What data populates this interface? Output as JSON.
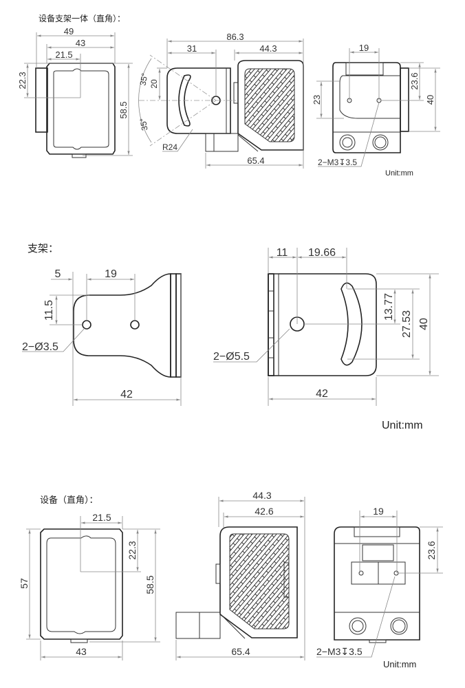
{
  "sections": {
    "assembly": {
      "title": "设备支架一体（直角）：",
      "front": {
        "d_49": "49",
        "d_43": "43",
        "d_21_5": "21.5",
        "d_22_3": "22.3",
        "d_58_5": "58.5"
      },
      "side": {
        "d_86_3": "86.3",
        "d_31": "31",
        "d_44_3": "44.3",
        "d_20": "20",
        "angle_top": "35°",
        "angle_bottom": "35°",
        "radius": "R24",
        "d_65_4": "65.4"
      },
      "back": {
        "d_19": "19",
        "d_23": "23",
        "d_23_6": "23.6",
        "d_40": "40",
        "thread": "2−M3↧3.5"
      },
      "unit": "Unit:mm"
    },
    "bracket": {
      "title": "支架：",
      "left": {
        "d_5": "5",
        "d_19": "19",
        "d_11_5": "11.5",
        "hole": "2−Ø3.5",
        "d_42": "42"
      },
      "right": {
        "d_11": "11",
        "d_19_66": "19.66",
        "d_13_77": "13.77",
        "d_27_53": "27.53",
        "d_40": "40",
        "hole": "2−Ø5.5",
        "d_42": "42"
      },
      "unit": "Unit:mm"
    },
    "device": {
      "title": "设备（直角）：",
      "front": {
        "d_21_5": "21.5",
        "d_22_3": "22.3",
        "d_57": "57",
        "d_58_5": "58.5",
        "d_43": "43"
      },
      "side": {
        "d_44_3": "44.3",
        "d_42_6": "42.6",
        "d_65_4": "65.4"
      },
      "back": {
        "d_19": "19",
        "d_23_6": "23.6",
        "thread": "2−M3↧3.5"
      },
      "unit": "Unit:mm"
    }
  }
}
